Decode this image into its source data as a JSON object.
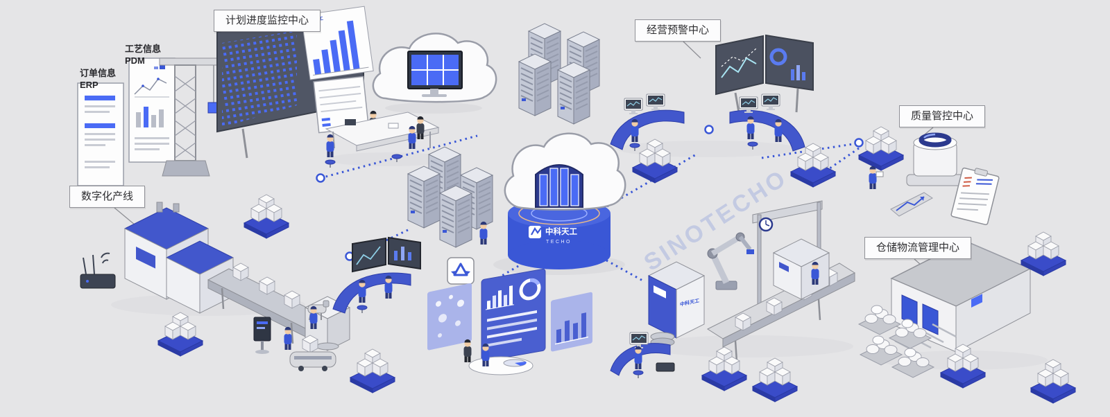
{
  "background": "#e5e5e7",
  "accent": "#3a57d6",
  "watermark": "SINOTECHO",
  "brand": {
    "name": "中科天工",
    "sub": "TECHO"
  },
  "callouts": {
    "plan": "计划进度监控中心",
    "warning": "经营预警中心",
    "quality": "质量管控中心",
    "warehouse": "仓储物流管理中心",
    "digital_line": "数字化产线"
  },
  "side_labels": {
    "pdm_title": "工艺信息",
    "pdm_sub": "PDM",
    "erp_title": "订单信息",
    "erp_sub": "ERP"
  }
}
